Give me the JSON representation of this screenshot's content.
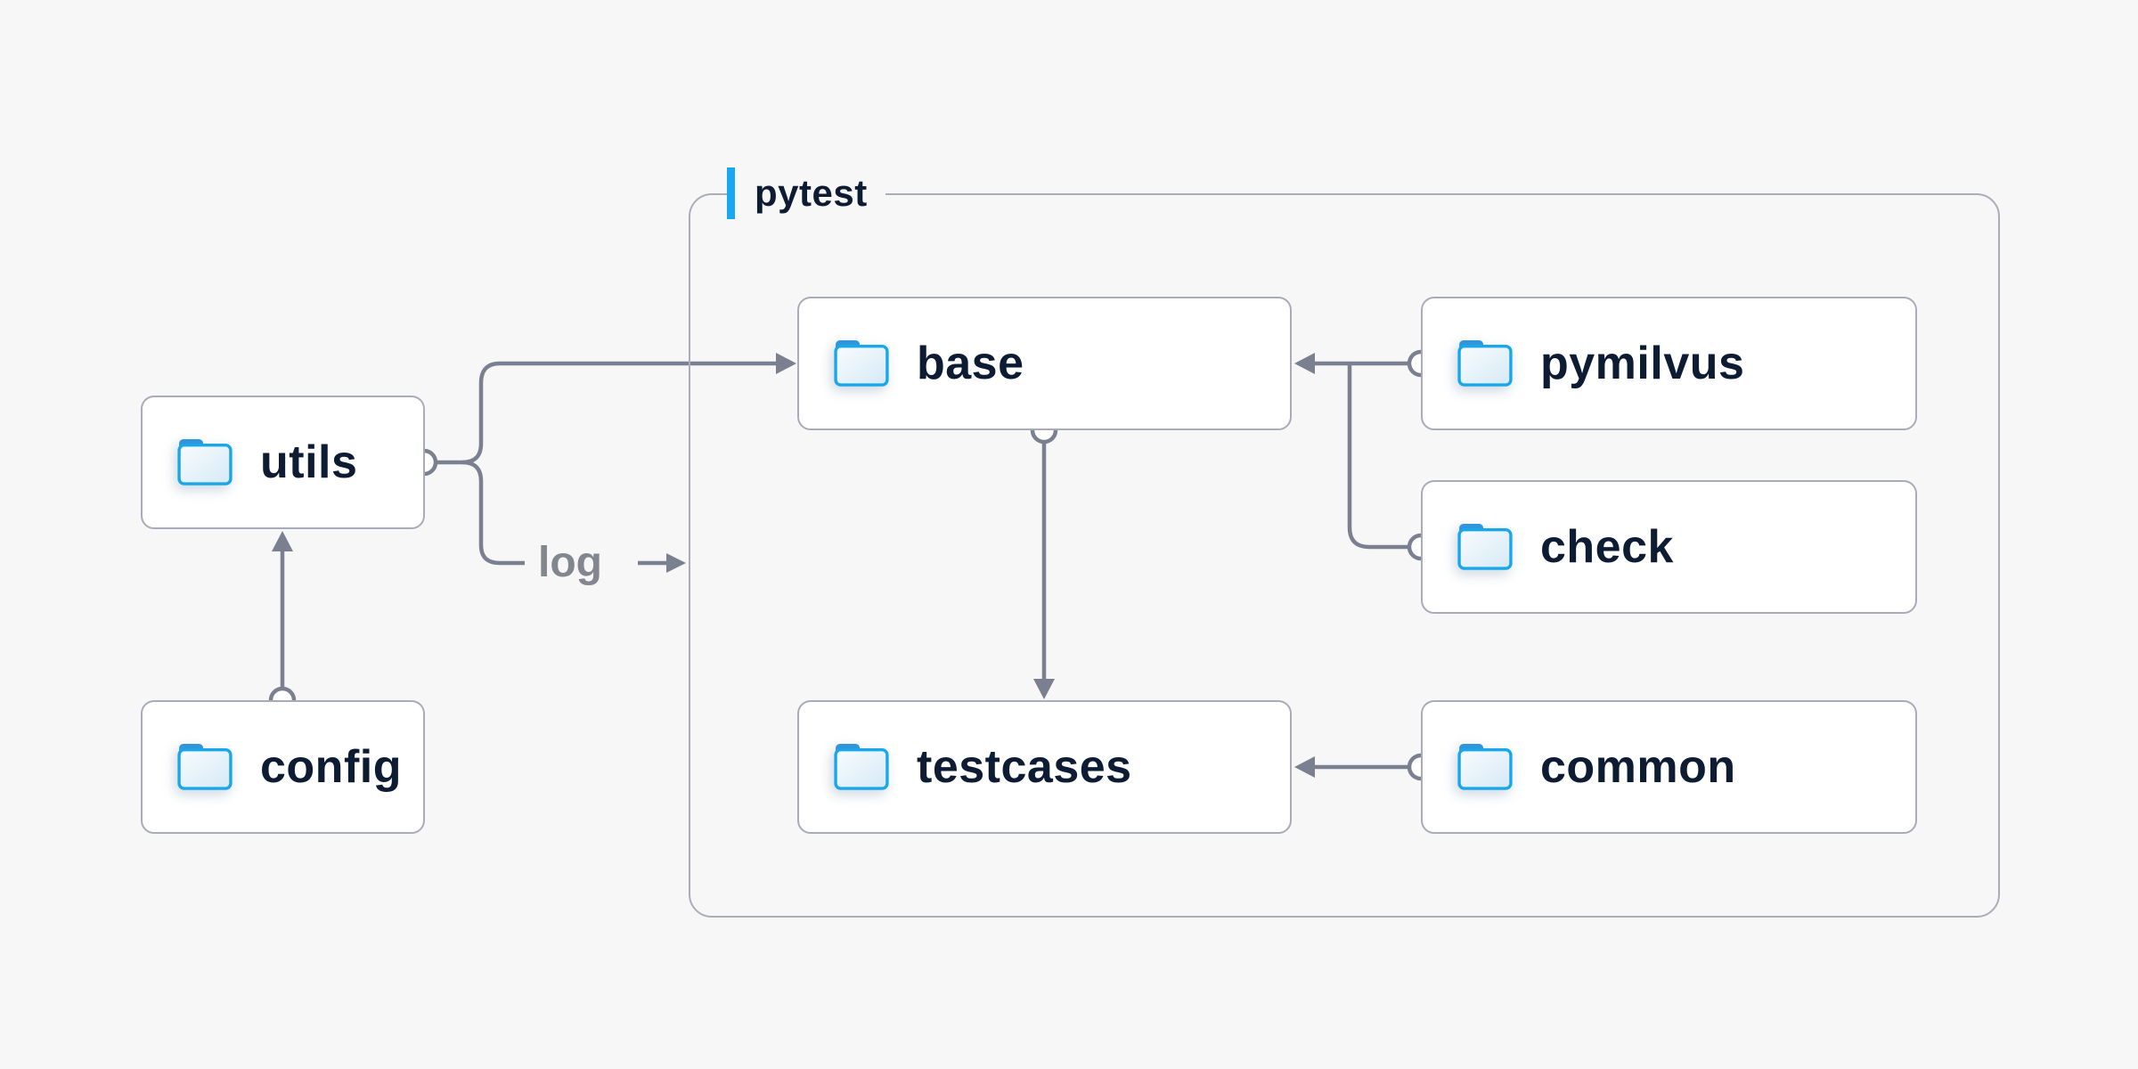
{
  "diagram": {
    "container": {
      "label": "pytest",
      "accent_color": "#18a8ef"
    },
    "nodes": {
      "utils": {
        "label": "utils",
        "icon": "folder-icon"
      },
      "config": {
        "label": "config",
        "icon": "folder-icon"
      },
      "base": {
        "label": "base",
        "icon": "folder-icon"
      },
      "testcases": {
        "label": "testcases",
        "icon": "folder-icon"
      },
      "pymilvus": {
        "label": "pymilvus",
        "icon": "folder-icon"
      },
      "check": {
        "label": "check",
        "icon": "folder-icon"
      },
      "common": {
        "label": "common",
        "icon": "folder-icon"
      }
    },
    "edges": [
      {
        "from": "config",
        "to": "utils"
      },
      {
        "from": "utils",
        "to": "base"
      },
      {
        "from": "utils",
        "to": "log",
        "label": "log"
      },
      {
        "from": "base",
        "to": "testcases"
      },
      {
        "from": "pymilvus",
        "to": "base"
      },
      {
        "from": "check",
        "to": "base"
      },
      {
        "from": "common",
        "to": "testcases"
      }
    ],
    "colors": {
      "background": "#f7f7f8",
      "node_fill": "#ffffff",
      "node_border": "#a9abb8",
      "container_border": "#abadba",
      "edge": "#7b8090",
      "text": "#0d1b33",
      "muted_text": "#82868f",
      "accent": "#18a8ef",
      "folder_stroke": "#1aa7e9",
      "folder_tab": "#3095da"
    }
  }
}
